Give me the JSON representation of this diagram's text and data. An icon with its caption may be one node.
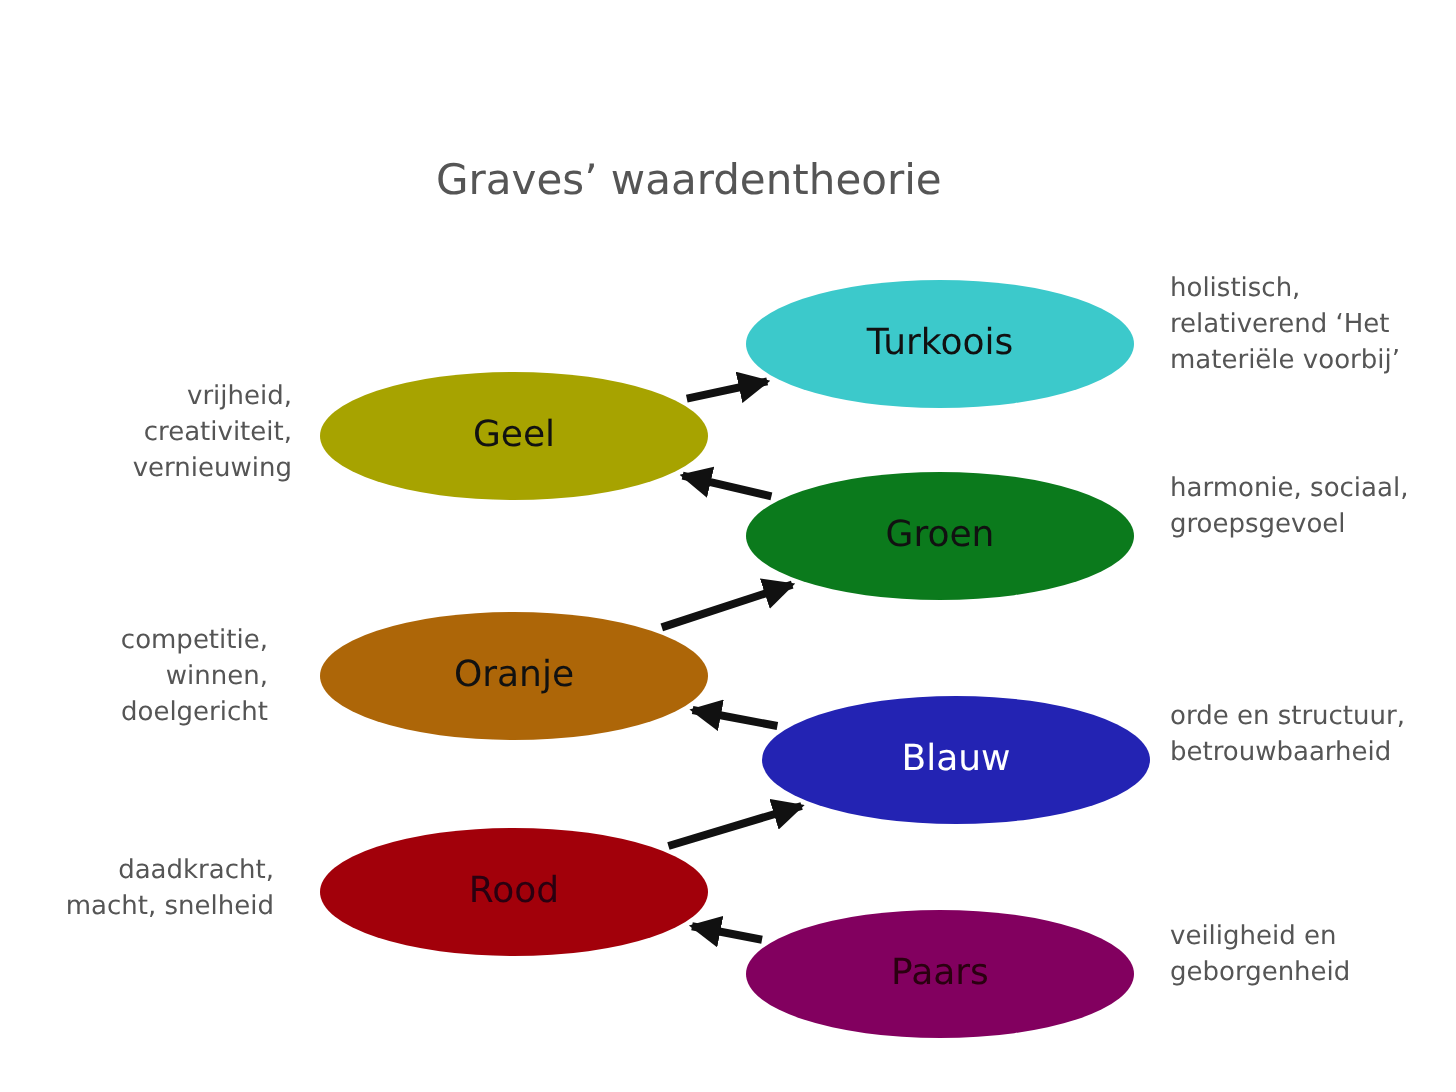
{
  "diagram": {
    "title": "Graves’ waardentheorie",
    "nodes": [
      {
        "text": [
          "Turkoois"
        ],
        "beside": [
          "holistisch, relativerend ‘Het materiële voorbij’"
        ]
      },
      {
        "text": [
          "Geel"
        ],
        "beside": [
          "vrijheid, creativiteit, vernieuwing"
        ]
      },
      {
        "text": [
          "Groen"
        ],
        "beside": [
          "harmonie, sociaal, groepsgevoel"
        ]
      },
      {
        "text": [
          "Oranje"
        ],
        "beside": [
          "competitie, winnen, doelgericht"
        ]
      },
      {
        "text": [
          "Blauw"
        ],
        "beside": [
          "orde en structuur, betrouwbaarheid"
        ]
      },
      {
        "text": [
          "Rood"
        ],
        "beside": [
          "daadkracht, macht, snelheid"
        ]
      },
      {
        "text": [
          "Paars"
        ],
        "beside": [
          "veiligheid en geborgenheid"
        ]
      }
    ],
    "edges": [
      {
        "from": 6,
        "to": 5,
        "arrow": "to"
      },
      {
        "from": 5,
        "to": 4,
        "arrow": "to"
      },
      {
        "from": 4,
        "to": 3,
        "arrow": "to"
      },
      {
        "from": 3,
        "to": 2,
        "arrow": "to"
      },
      {
        "from": 2,
        "to": 1,
        "arrow": "to"
      },
      {
        "from": 1,
        "to": 0,
        "arrow": "to"
      }
    ]
  }
}
